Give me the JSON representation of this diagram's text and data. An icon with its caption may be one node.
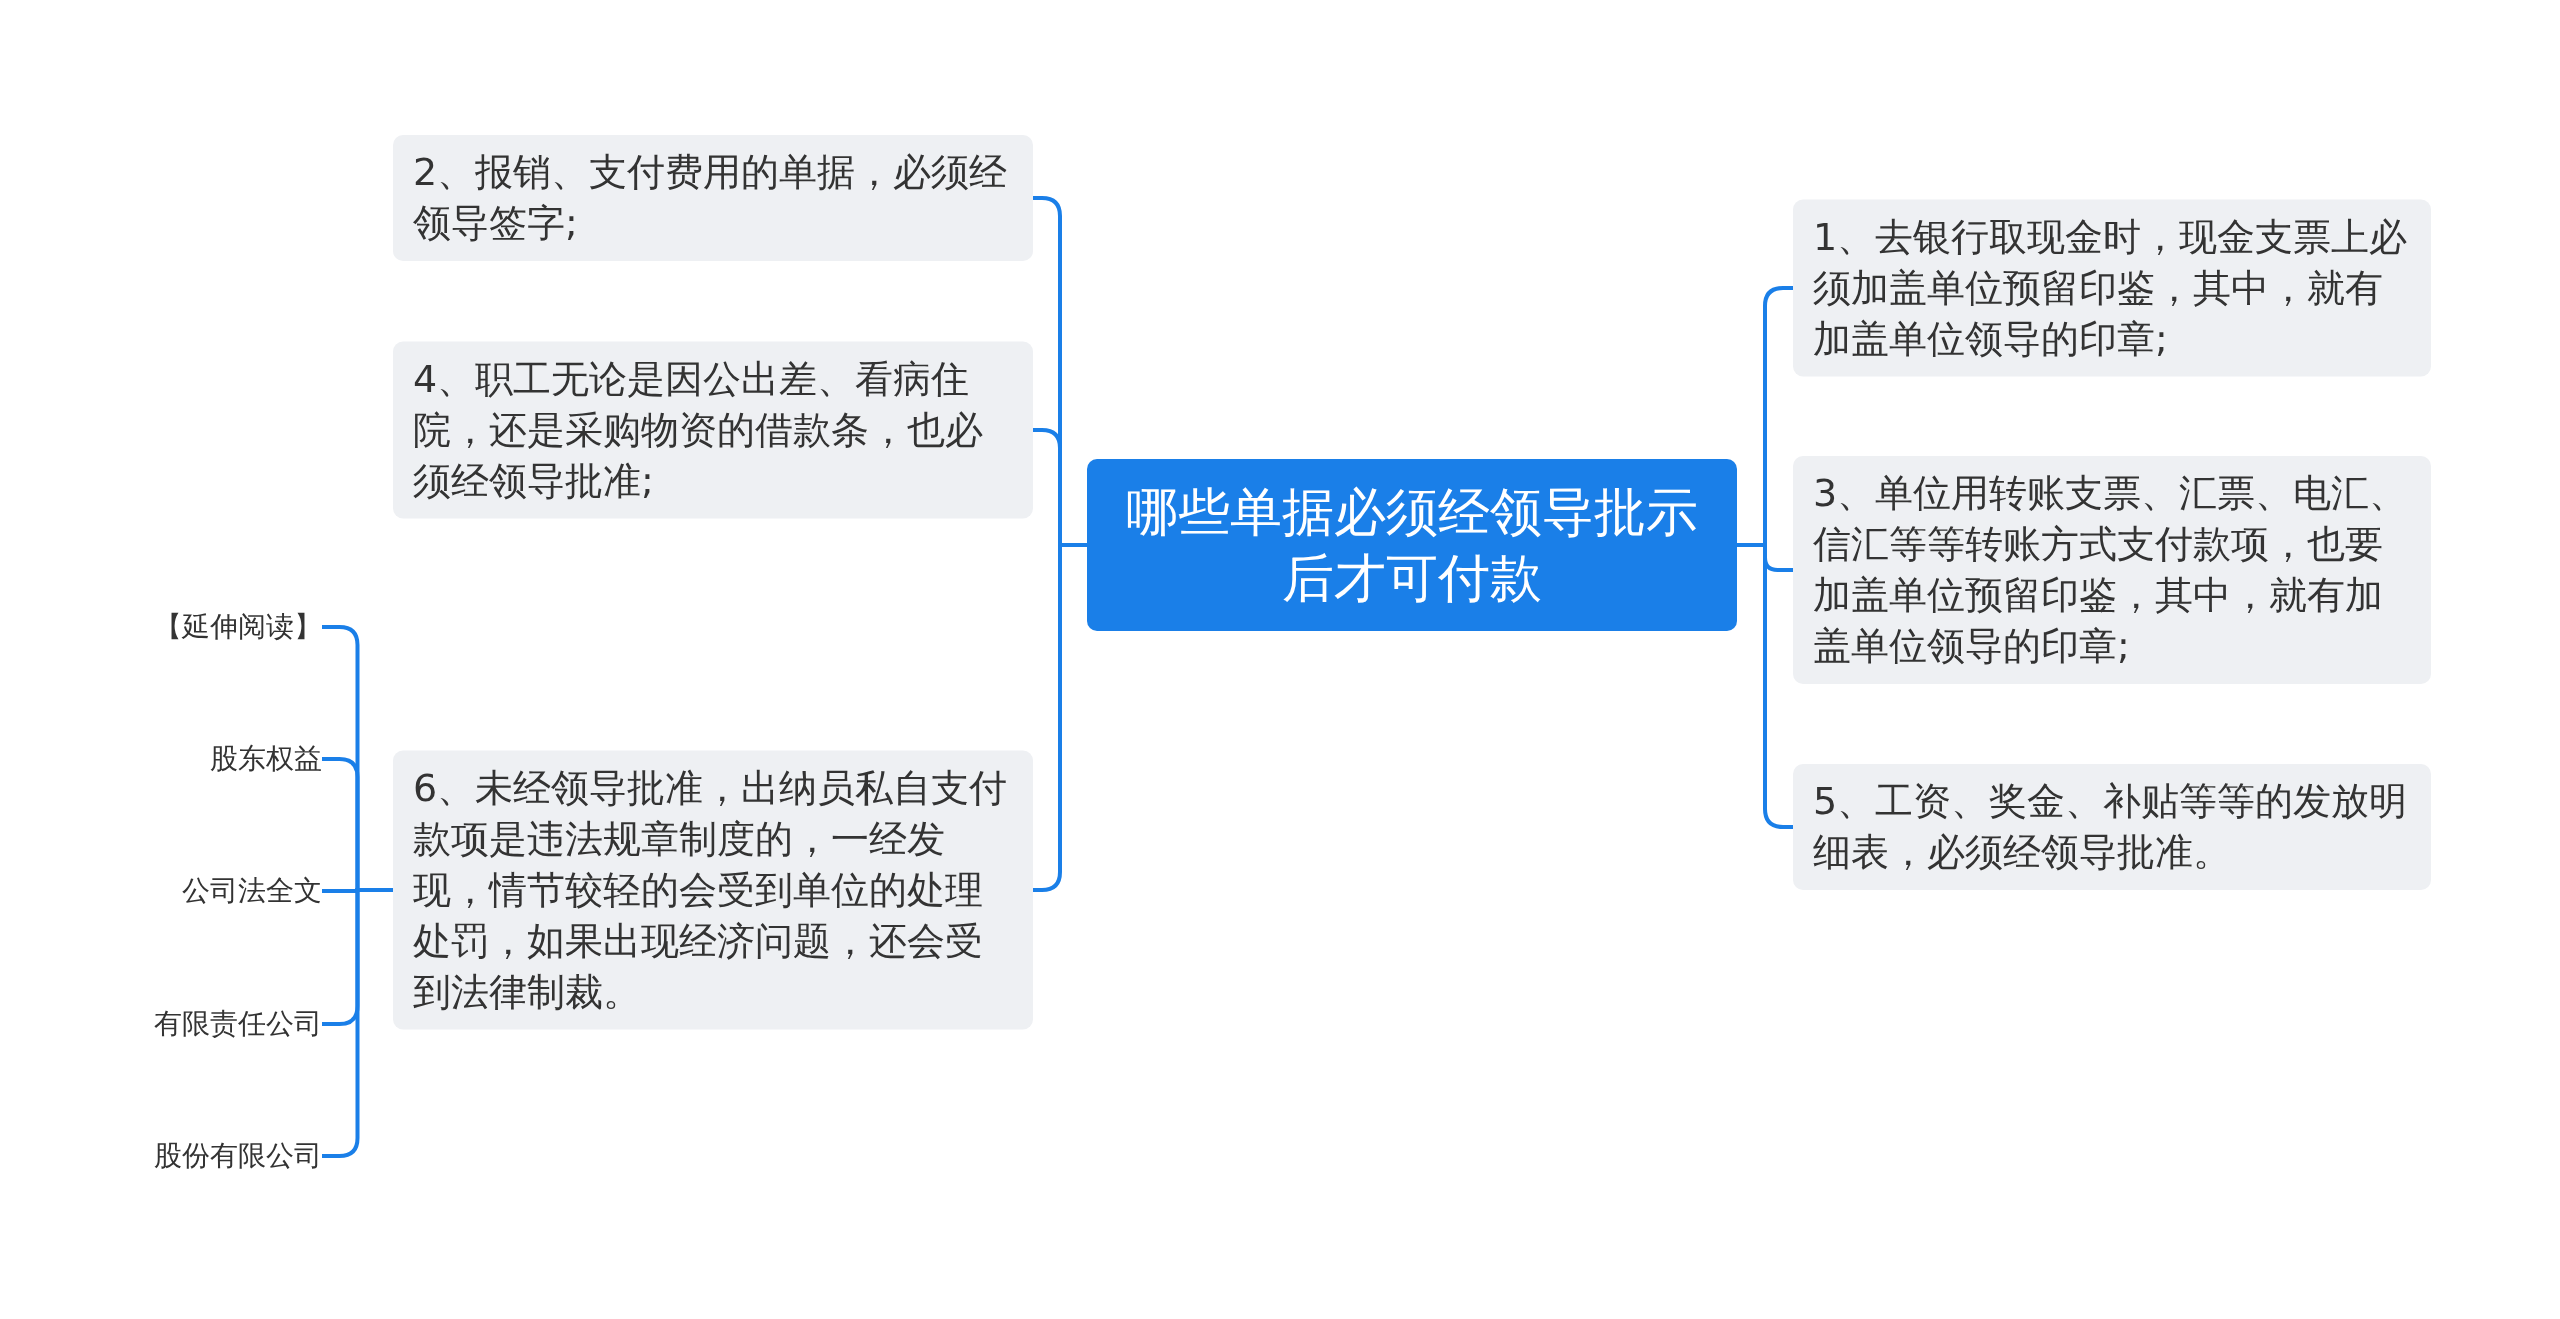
{
  "diagram": {
    "nodes": [
      {
        "text": [
          "哪些单据必须经领导批示后才可付款"
        ]
      },
      {
        "text": [
          "2、报销、支付费用的单据，必须经领导签字;"
        ]
      },
      {
        "text": [
          "4、职工无论是因公出差、看病住院，还是采购物资的借款条，也必须经领导批准;"
        ]
      },
      {
        "text": [
          "6、未经领导批准，出纳员私自支付款项是违法规章制度的，一经发现，情节较轻的会受到单位的处理处罚，如果出现经济问题，还会受到法律制裁。"
        ]
      },
      {
        "text": [
          "【延伸阅读】"
        ]
      },
      {
        "text": [
          "股东权益"
        ]
      },
      {
        "text": [
          "公司法全文"
        ]
      },
      {
        "text": [
          "有限责任公司"
        ]
      },
      {
        "text": [
          "股份有限公司"
        ]
      },
      {
        "text": [
          "1、去银行取现金时，现金支票上必须加盖单位预留印鉴，其中，就有加盖单位领导的印章;"
        ]
      },
      {
        "text": [
          "3、单位用转账支票、汇票、电汇、信汇等等转账方式支付款项，也要加盖单位预留印鉴，其中，就有加盖单位领导的印章;"
        ]
      },
      {
        "text": [
          "5、工资、奖金、补贴等等的发放明细表，必须经领导批准。"
        ]
      }
    ],
    "edges": [
      {
        "from": 0,
        "to": 1,
        "arrow": "none"
      },
      {
        "from": 0,
        "to": 2,
        "arrow": "none"
      },
      {
        "from": 0,
        "to": 3,
        "arrow": "none"
      },
      {
        "from": 3,
        "to": 4,
        "arrow": "none"
      },
      {
        "from": 3,
        "to": 5,
        "arrow": "none"
      },
      {
        "from": 3,
        "to": 6,
        "arrow": "none"
      },
      {
        "from": 3,
        "to": 7,
        "arrow": "none"
      },
      {
        "from": 3,
        "to": 8,
        "arrow": "none"
      },
      {
        "from": 0,
        "to": 9,
        "arrow": "none"
      },
      {
        "from": 0,
        "to": 10,
        "arrow": "none"
      },
      {
        "from": 0,
        "to": 11,
        "arrow": "none"
      }
    ]
  }
}
